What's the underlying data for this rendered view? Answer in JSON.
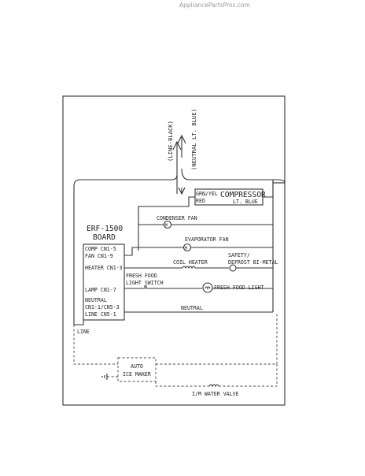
{
  "watermark": "AppliancePartsPros.com",
  "wires": {
    "line_label": "(LINE-BLACK)",
    "neutral_label": "(NEUTRAL LT. BLUE)"
  },
  "compressor": {
    "title": "COMPRESSOR",
    "wire_top": "GRN/YEL",
    "wire_bottom": "RED",
    "color_label": "LT. BLUE"
  },
  "board": {
    "title_line1": "ERF-1500",
    "title_line2": "BOARD",
    "pins": {
      "comp": "COMP CN1-5",
      "fan": "FAN CN1-9",
      "heater": "HEATER CN1-3",
      "lamp": "LAMP CN1-7",
      "neutral1": "NEUTRAL",
      "neutral2": "CN1-1/CN5-3",
      "line": "LINE CN5-1"
    }
  },
  "components": {
    "condenser_fan": "CONDENSER FAN",
    "evaporator_fan": "EVAPORATOR FAN",
    "coil_heater": "COIL HEATER",
    "safety_line1": "SAFETY/",
    "safety_line2": "DEFROST BI-METAL",
    "light_switch_line1": "FRESH FOOD",
    "light_switch_line2": "LIGHT SWITCH",
    "fresh_food_light": "FRESH FOOD LIGHT",
    "neutral": "NEUTRAL",
    "line": "LINE",
    "ice_maker_line1": "AUTO",
    "ice_maker_line2": "ICE MAKER",
    "water_valve": "I/M WATER VALVE",
    "motor_symbol": "M"
  }
}
